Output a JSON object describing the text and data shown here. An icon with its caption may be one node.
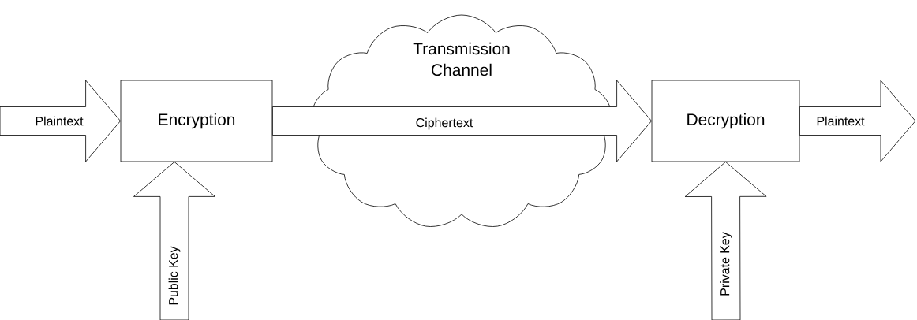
{
  "diagram": {
    "nodes": [
      {
        "text": [
          "Encryption"
        ]
      },
      {
        "text": [
          "Transmission Channel"
        ]
      },
      {
        "text": [
          "Decryption"
        ]
      }
    ],
    "edges": [
      {
        "from": null,
        "to": 0,
        "arrow": "to",
        "label": "Plaintext"
      },
      {
        "from": null,
        "to": 0,
        "arrow": "to",
        "label": "Public Key"
      },
      {
        "from": 0,
        "to": 2,
        "arrow": "to",
        "label": "Ciphertext"
      },
      {
        "from": null,
        "to": 2,
        "arrow": "to",
        "label": "Private Key"
      },
      {
        "from": 2,
        "to": null,
        "arrow": "to",
        "label": "Plaintext"
      }
    ]
  }
}
